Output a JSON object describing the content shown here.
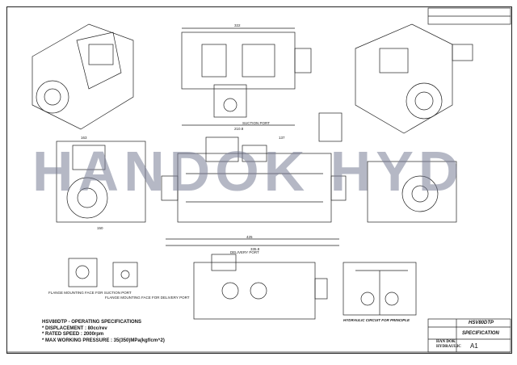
{
  "watermark": "HANDOK HYD",
  "specs": {
    "title": "HSV80DTP - OPERATING SPECIFICATIONS",
    "displacement": "* DISPLACEMENT : 80cc/rev",
    "rated_speed": "* RATED SPEED : 2000rpm",
    "max_pressure": "* MAX WORKING PRESSURE : 35(350)MPa(kgf/cm^2)"
  },
  "title_block": {
    "model": "HSV80DTP",
    "drawing_type": "SPECIFICATION",
    "company_line1": "HAN DOK",
    "company_line2": "HYDRAULIC",
    "sheet_size": "A1"
  },
  "captions": {
    "circuit": "HYDRAULIC CIRCUIT FOR PRINCIPLE",
    "flange_suction": "FLANGE MOUNTING FACE FOR SUCTION PORT",
    "flange_delivery": "FLANGE MOUNTING FACE FOR DELIVERY PORT",
    "delivery_port": "DELIVERY PORT",
    "suction_port": "SUCTION PORT"
  },
  "dimensions": [
    "322",
    "210.8",
    "425",
    "335.8",
    "163",
    "150",
    "137"
  ]
}
